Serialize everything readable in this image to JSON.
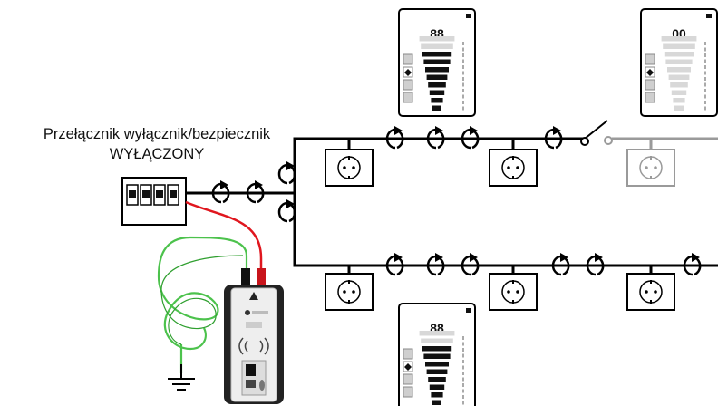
{
  "breaker_label": {
    "line1": "Przełącznik wyłącznik/bezpiecznik",
    "line2": "WYŁĄCZONY"
  },
  "receiver_readings": {
    "top_left": "88",
    "top_right": "00",
    "bottom": "88"
  },
  "colors": {
    "line": "#000000",
    "inactive_line": "#9a9a9a",
    "test_lead_red": "#e0161e",
    "ground_lead_green": "#3fbf3f"
  },
  "icons": [
    "breaker-panel-icon",
    "transmitter-icon",
    "ground-symbol-icon",
    "wall-socket-icon",
    "signal-clamp-icon",
    "switch-icon",
    "receiver-display-icon"
  ]
}
